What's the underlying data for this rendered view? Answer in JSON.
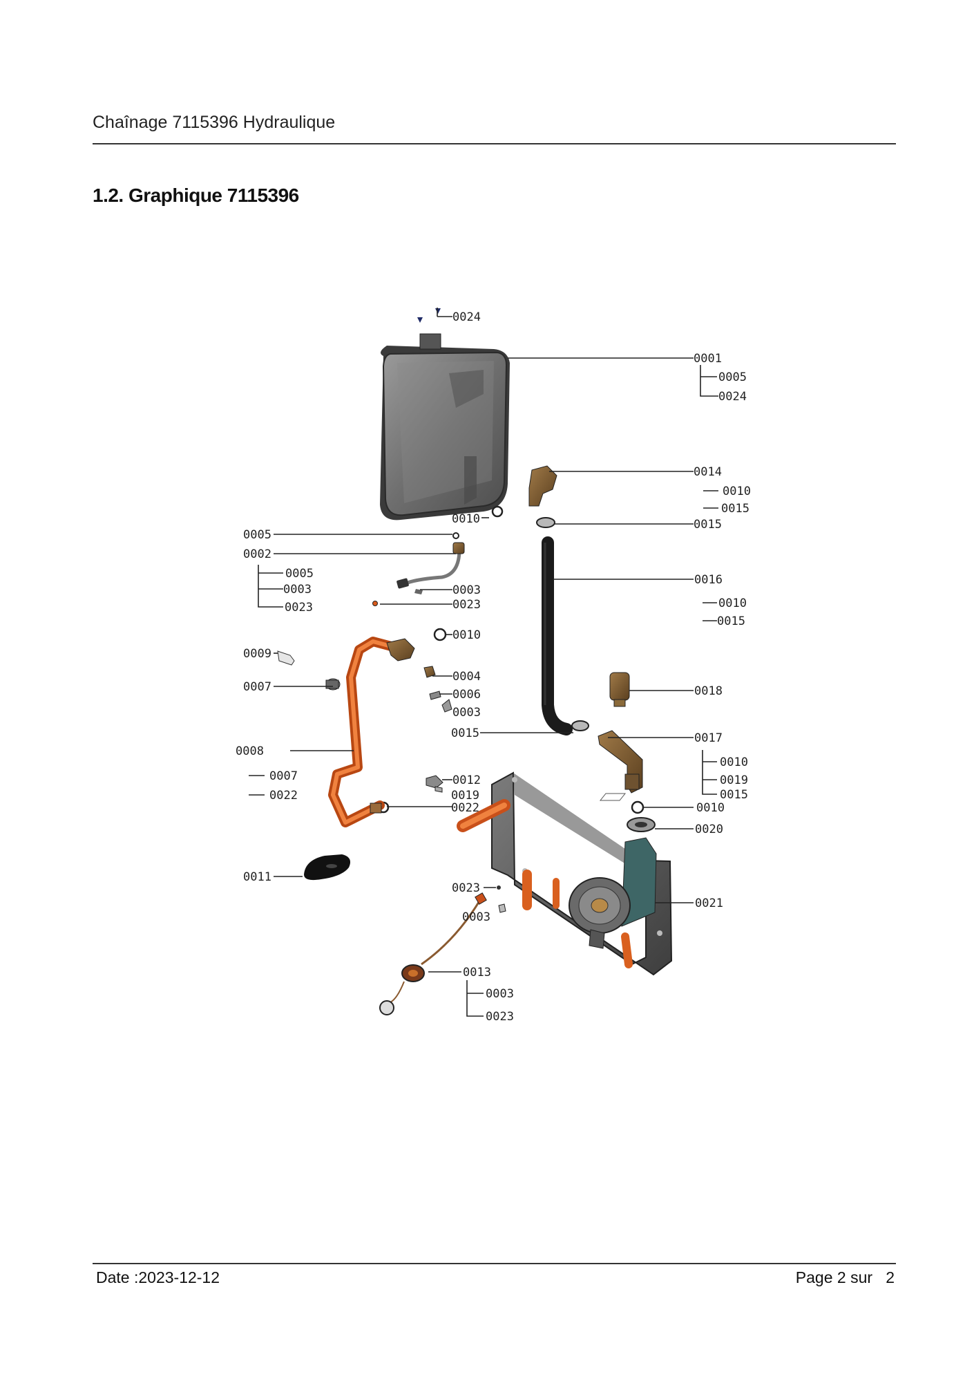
{
  "header": {
    "title": "Chaînage 7115396 Hydraulique"
  },
  "section": {
    "title": "1.2. Graphique 7115396"
  },
  "footer": {
    "date": "Date :2023-12-12",
    "page": "Page 2 sur   2"
  },
  "diagram": {
    "labels": {
      "l0024_top": "0024",
      "l0001": "0001",
      "l0001_a": "0005",
      "l0001_b": "0024",
      "l0010_tank": "0010",
      "l0014": "0014",
      "l0014_a": "0010",
      "l0014_b": "0015",
      "l0015_a": "0015",
      "l0005": "0005",
      "l0002": "0002",
      "l0002_a": "0005",
      "l0002_b": "0003",
      "l0002_c": "0023",
      "l0003_a": "0003",
      "l0023_a": "0023",
      "l0016": "0016",
      "l0016_a": "0010",
      "l0016_b": "0015",
      "l0010_b": "0010",
      "l0009": "0009",
      "l0007": "0007",
      "l0004": "0004",
      "l0006": "0006",
      "l0003_b": "0003",
      "l0018": "0018",
      "l0015_b": "0015",
      "l0017": "0017",
      "l0017_a": "0010",
      "l0017_b": "0019",
      "l0017_c": "0015",
      "l0008": "0008",
      "l0008_a": "0007",
      "l0008_b": "0022",
      "l0012": "0012",
      "l0019": "0019",
      "l0022": "0022",
      "l0010_c": "0010",
      "l0020": "0020",
      "l0011": "0011",
      "l0023_b": "0023",
      "l0003_c": "0003",
      "l0021": "0021",
      "l0013": "0013",
      "l0013_a": "0003",
      "l0013_b": "0023"
    }
  }
}
